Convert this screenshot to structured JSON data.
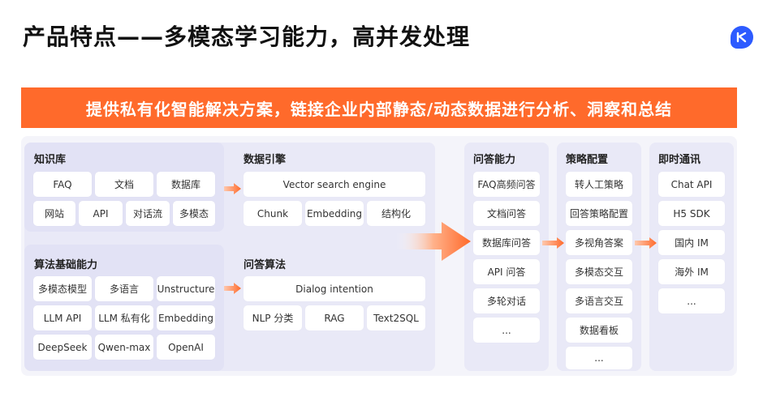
{
  "title": "产品特点——多模态学习能力，高并发处理",
  "banner": "提供私有化智能解决方案，链接企业内部静态/动态数据进行分析、洞察和总结",
  "knowledge_base": {
    "title": "知识库",
    "items": [
      "FAQ",
      "文档",
      "数据库",
      "网站",
      "API",
      "对话流",
      "多模态"
    ]
  },
  "data_engine": {
    "title": "数据引擎",
    "items": [
      "Vector search engine",
      "Chunk",
      "Embedding",
      "结构化"
    ]
  },
  "algorithm_base": {
    "title": "算法基础能力",
    "items": [
      "多模态模型",
      "多语言",
      "Unstructure",
      "LLM API",
      "LLM 私有化",
      "Embedding",
      "DeepSeek",
      "Qwen-max",
      "OpenAI"
    ]
  },
  "qa_algorithm": {
    "title": "问答算法",
    "items": [
      "Dialog intention",
      "NLP 分类",
      "RAG",
      "Text2SQL"
    ]
  },
  "qa_ability": {
    "title": "问答能力",
    "items": [
      "FAQ高频问答",
      "文档问答",
      "数据库问答",
      "API 问答",
      "多轮对话",
      "..."
    ]
  },
  "strategy_config": {
    "title": "策略配置",
    "items": [
      "转人工策略",
      "回答策略配置",
      "多视角答案",
      "多模态交互",
      "多语言交互",
      "数据看板",
      "..."
    ]
  },
  "instant_messaging": {
    "title": "即时通讯",
    "items": [
      "Chat API",
      "H5 SDK",
      "国内 IM",
      "海外 IM",
      "..."
    ]
  },
  "colors": {
    "accent_orange": "#ff6a2b",
    "panel_bg": "#e9e9f7",
    "logo_blue": "#2d5bff"
  }
}
